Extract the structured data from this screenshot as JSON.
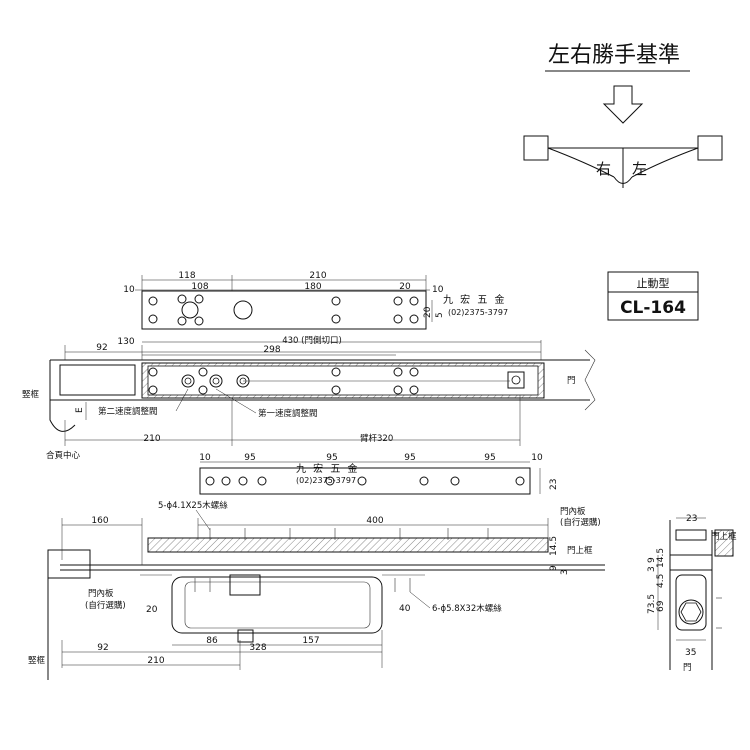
{
  "legend": {
    "title": "左右勝手基準",
    "right": "右",
    "left": "左"
  },
  "model": {
    "label": "止動型",
    "code": "CL-164"
  },
  "watermark": {
    "name": "九 宏 五 金",
    "phone": "(02)2375-3797"
  },
  "labels": {
    "jamb_top": "竪框",
    "hinge_center": "合頁中心",
    "door": "門",
    "door_cut": "430 (門側切口)",
    "speed2": "第二速度調整閥",
    "speed1": "第一速度調整閥",
    "arm": "臂杆320",
    "screws_top": "5-ϕ4.1X25木螺絲",
    "door_inner_right": "門內板",
    "self_prepare_right": "(自行選購)",
    "door_top_frame": "門上框",
    "door_inner_left": "門內板",
    "self_prepare_left": "(自行選購)",
    "screws_bottom": "6-ϕ5.8X32木螺絲",
    "jamb_bottom": "竪框",
    "side_top_frame": "門上框",
    "side_door": "門",
    "e_mark": "E"
  },
  "dims_top": {
    "d118": "118",
    "d210": "210",
    "d10a": "10",
    "d108": "108",
    "d180": "180",
    "d20": "20",
    "d10b": "10",
    "d20v": "20",
    "d5v": "5",
    "d130": "130",
    "d92": "92",
    "d298": "298",
    "d210b": "210"
  },
  "dims_plate": {
    "d10a": "10",
    "d95a": "95",
    "d95b": "95",
    "d95c": "95",
    "d95d": "95",
    "d10b": "10",
    "d23": "23"
  },
  "dims_bottom": {
    "d160": "160",
    "d400": "400",
    "d9": "9",
    "d14_5": "14.5",
    "d3": "3",
    "d20": "20",
    "d40": "40",
    "d86": "86",
    "d157": "157",
    "d92": "92",
    "d210": "210",
    "d328": "328"
  },
  "dims_side": {
    "d23": "23",
    "d3": "3",
    "d9": "9",
    "d14_5": "14.5",
    "d4_5": "4.5",
    "d73_5": "73.5",
    "d69": "69",
    "d35": "35"
  }
}
